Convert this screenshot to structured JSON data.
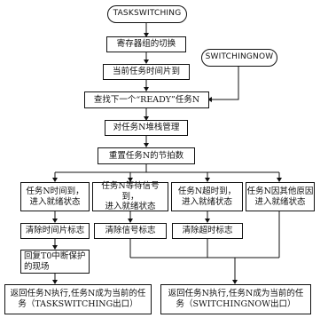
{
  "diagram": {
    "start": "TASKSWITCHING",
    "entry2": "SWITCHINGNOW",
    "step_register": "寄存器组的切换",
    "step_timeslice": "当前任务时间片到",
    "step_find": "查找下一个“READY”任务N",
    "step_stack": "对任务N堆栈管理",
    "step_ticks": "重置任务N的节拍数",
    "branches": [
      "任务N时间到，\n进入就绪状态",
      "任务N等待信号到，\n进入就绪状态",
      "任务N超时到，\n进入就绪状态",
      "任务N因其他原因\n进入就绪状态"
    ],
    "clears": [
      "清除时间片标志",
      "清除信号标志",
      "清除超时标志"
    ],
    "restore": "回复T0中断保护\n的现场",
    "return_left": "返回任务N执行,任务N成为当前的任\n务（TASKSWITCHING出口）",
    "return_right": "返回任务N执行,任务N成为当前的任\n务（SWITCHINGNOW出口）"
  }
}
